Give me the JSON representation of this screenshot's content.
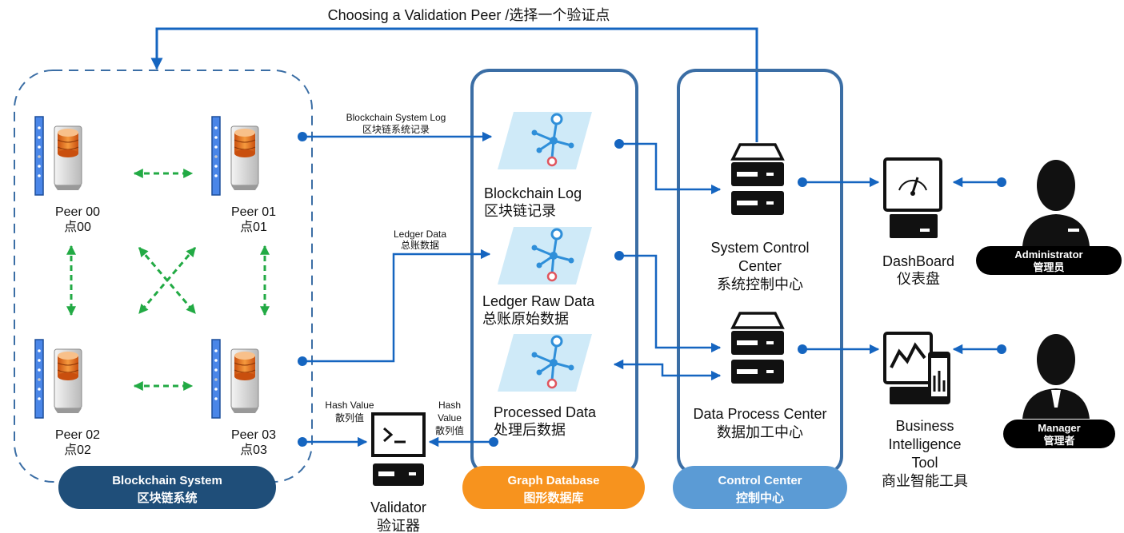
{
  "top_label": "Choosing a Validation Peer /选择一个验证点",
  "blockchain_system": {
    "title_en": "Blockchain System",
    "title_cn": "区块链系统",
    "peers": [
      {
        "name": "Peer 00",
        "cn": "点00"
      },
      {
        "name": "Peer 01",
        "cn": "点01"
      },
      {
        "name": "Peer 02",
        "cn": "点02"
      },
      {
        "name": "Peer 03",
        "cn": "点03"
      }
    ]
  },
  "graph_database": {
    "title_en": "Graph Database",
    "title_cn": "图形数据库",
    "items": [
      {
        "en": "Blockchain Log",
        "cn": "区块链记录"
      },
      {
        "en": "Ledger Raw Data",
        "cn": "总账原始数据"
      },
      {
        "en": "Processed Data",
        "cn": "处理后数据"
      }
    ]
  },
  "control_center": {
    "title_en": "Control Center",
    "title_cn": "控制中心",
    "system_control": {
      "en_line1": "System Control",
      "en_line2": "Center",
      "cn": "系统控制中心"
    },
    "data_process": {
      "en": "Data Process Center",
      "cn": "数据加工中心"
    }
  },
  "connectors": {
    "system_log": {
      "en": "Blockchain System Log",
      "cn": "区块链系统记录"
    },
    "ledger": {
      "en": "Ledger Data",
      "cn": "总账数据"
    },
    "hash_left": {
      "en": "Hash Value",
      "cn": "散列值"
    },
    "hash_right": {
      "en1": "Hash",
      "en2": "Value",
      "cn": "散列值"
    }
  },
  "validator": {
    "en": "Validator",
    "cn": "验证器"
  },
  "dashboard": {
    "en": "DashBoard",
    "cn": "仪表盘"
  },
  "bi_tool": {
    "en1": "Business",
    "en2": "Intelligence",
    "en3": "Tool",
    "cn": "商业智能工具"
  },
  "administrator": {
    "en": "Administrator",
    "cn": "管理员"
  },
  "manager": {
    "en": "Manager",
    "cn": "管理者"
  },
  "colors": {
    "arrow_blue": "#1565c0",
    "peer_link_green": "#22aa44",
    "box_border": "#3b6ea5",
    "pill_dark": "#1f4e79",
    "pill_orange": "#f7931e",
    "pill_light": "#5b9bd5"
  }
}
